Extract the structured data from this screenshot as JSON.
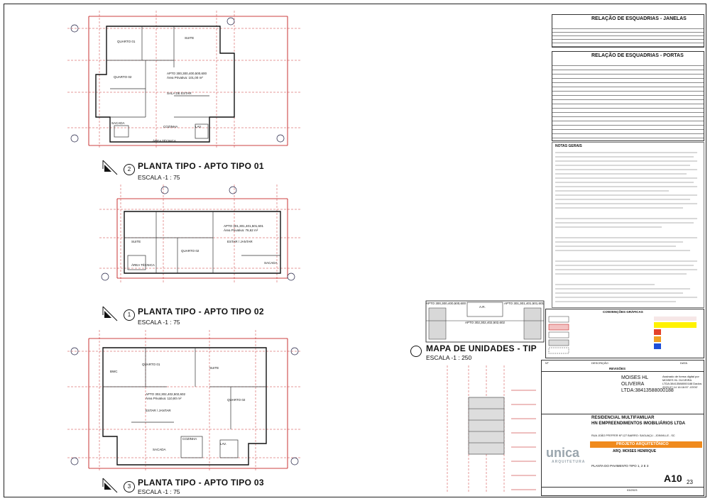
{
  "plans": [
    {
      "num": "2",
      "title": "PLANTA TIPO - APTO TIPO 01",
      "scale": "ESCALA -1 : 75"
    },
    {
      "num": "1",
      "title": "PLANTA TIPO - APTO TIPO 02",
      "scale": "ESCALA -1 : 75"
    },
    {
      "num": "3",
      "title": "PLANTA TIPO - APTO TIPO 03",
      "scale": "ESCALA -1 : 75"
    }
  ],
  "mapa": {
    "title": "MAPA DE UNIDADES - TIP",
    "scale": "ESCALA -1 : 250",
    "label_left": "APTO 300,300,400,500,600",
    "label_right": "APTO 301,301,401,501,601",
    "label_center": "APTO 302,302,402,502,602",
    "label_ar": "A.R."
  },
  "tables": {
    "janelas_title": "RELAÇÃO DE ESQUADRIAS - JANELAS",
    "portas_title": "RELAÇÃO DE ESQUADRIAS - PORTAS",
    "convencoes_title": "CONVENÇÕES GRÁFICAS",
    "notes_title": "NOTAS GERAIS"
  },
  "titleblock": {
    "revisoes": "REVISÕES",
    "col_num": "Nº",
    "col_desc": "DESCRIÇÃO",
    "col_data": "DATA",
    "owner_name": "MOISES HL OLIVEIRA LTDA:38413588000188",
    "signature": "Assinado de forma digital por MOISES HL OLIVEIRA LTDA:38413588000188 Dados: 2023.07.14 16:16:57 -03'00'",
    "project": "RESIDENCIAL MULTIFAMILIAR",
    "client": "HN EMPREENDIMENTOS IMOBILIÁRIOS LTDA",
    "address": "RUA JOÃO PFEFFER Nº 127 BAIRRO: SAGUAÇU - JOINVILLE - SC",
    "section": "PROJETO ARQUITETÔNICO",
    "responsible": "ARQ. MOISES HENRIQUE",
    "content": "PLANTA DO PAVIMENTO TIPO 1, 2 E 3",
    "sheet": "A10",
    "total": "23",
    "brand": "unica",
    "brand_sub": "ARQUITETURA",
    "date": "03/2023"
  }
}
